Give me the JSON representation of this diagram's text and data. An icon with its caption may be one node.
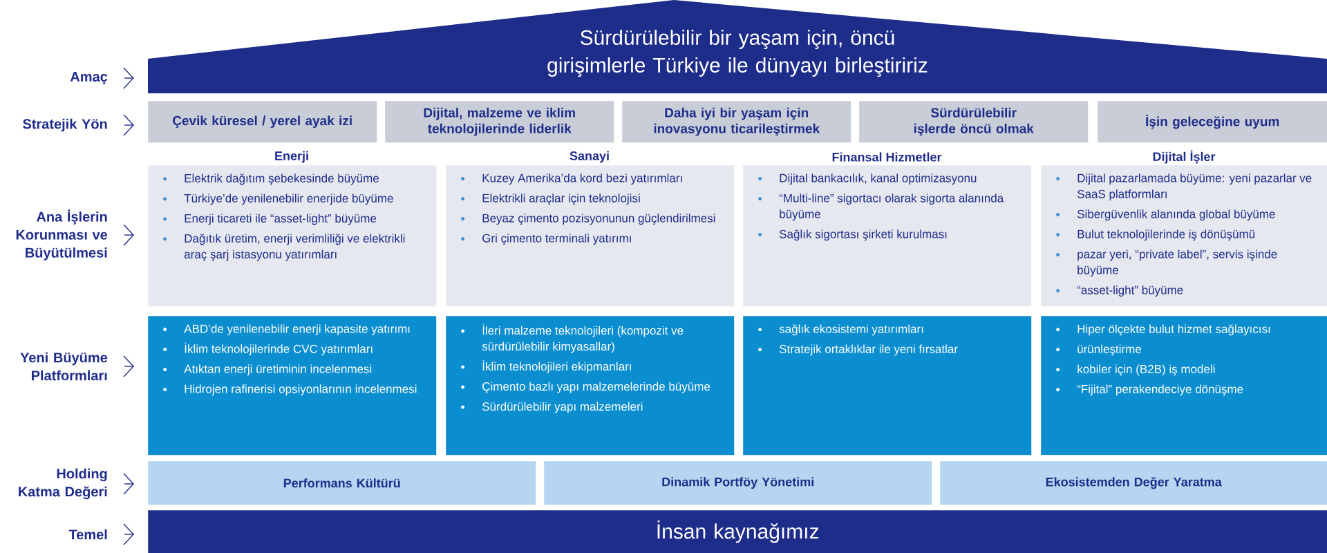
{
  "diagram": {
    "nodes": [
      {
        "text": [
          "Sürdürülebilir bir yaşam için, öncü girişimlerle Türkiye ile dünyayı birleştiririz"
        ]
      },
      {
        "text": [
          "Çevik küresel / yerel ayak izi"
        ]
      },
      {
        "text": [
          "Dijital, malzeme ve iklim teknolojilerinde liderlik"
        ]
      },
      {
        "text": [
          "Daha iyi bir yaşam için inovasyonu ticarileştirmek"
        ]
      },
      {
        "text": [
          "Sürdürülebilir işlerde öncü olmak"
        ]
      },
      {
        "text": [
          "İşin geleceğine uyum"
        ]
      },
      {
        "text": [
          "Enerji",
          "Elektrik dağıtım şebekesinde büyüme",
          "Türkiye’de yenilenebilir enerjide büyüme",
          "Enerji ticareti ile “asset-light” büyüme",
          "Dağıtık üretim, enerji verimliliği ve elektrikli araç şarj istasyonu yatırımları"
        ]
      },
      {
        "text": [
          "Sanayi",
          "Kuzey Amerika’da kord bezi yatırımları",
          "Elektrikli araçlar için teknolojisi",
          "Beyaz çimento pozisyonunun güçlendirilmesi",
          "Gri çimento terminali yatırımı"
        ]
      },
      {
        "text": [
          "Finansal Hizmetler",
          "Dijital bankacılık, kanal optimizasyonu",
          "“Multi-line” sigortacı olarak sigorta alanında büyüme",
          "Sağlık sigortası şirketi kurulması"
        ]
      },
      {
        "text": [
          "Dijital İşler",
          "Dijital pazarlamada büyüme: yeni pazarlar ve SaaS platformları",
          "Sibergüvenlik alanında global büyüme",
          "Bulut teknolojilerinde iş dönüşümü",
          "pazar yeri, “private label”, servis işinde büyüme",
          "“asset-light” büyüme"
        ]
      },
      {
        "text": [
          "ABD’de yenilenebilir enerji kapasite yatırımı",
          "İklim teknolojilerinde CVC yatırımları",
          "Atıktan enerji üretiminin incelenmesi",
          "Hidrojen rafinerisi opsiyonlarının incelenmesi"
        ]
      },
      {
        "text": [
          "İleri malzeme teknolojileri (kompozit ve sürdürülebilir kimyasallar)",
          "İklim teknolojileri ekipmanları",
          "Çimento bazlı yapı malzemelerinde büyüme",
          "Sürdürülebilir yapı malzemeleri"
        ]
      },
      {
        "text": [
          "sağlık ekosistemi yatırımları",
          "Stratejik ortaklıklar ile yeni fırsatlar"
        ]
      },
      {
        "text": [
          "Hiper ölçekte bulut hizmet sağlayıcısı",
          "ürünleştirme",
          "kobiler için (B2B) iş modeli",
          "“Fijital” perakendeciye dönüşme"
        ]
      },
      {
        "text": [
          "Performans Kültürü"
        ]
      },
      {
        "text": [
          "Dinamik Portföy Yönetimi"
        ]
      },
      {
        "text": [
          "Ekosistemden Değer Yaratma"
        ]
      },
      {
        "text": [
          "İnsan kaynağımız"
        ]
      },
      {
        "text": [
          "Amaç"
        ]
      },
      {
        "text": [
          "Stratejik Yön"
        ]
      },
      {
        "text": [
          "Ana İşlerin Korunması ve Büyütülmesi"
        ]
      },
      {
        "text": [
          "Yeni Büyüme Platformları"
        ]
      },
      {
        "text": [
          "Holding Katma Değeri"
        ]
      },
      {
        "text": [
          "Temel"
        ]
      }
    ],
    "edges": [
      {
        "from": 18,
        "to": 0,
        "arrow": "to"
      },
      {
        "from": 19,
        "to": 1,
        "arrow": "to"
      },
      {
        "from": 20,
        "to": 6,
        "arrow": "to"
      },
      {
        "from": 21,
        "to": 10,
        "arrow": "to"
      },
      {
        "from": 22,
        "to": 14,
        "arrow": "to"
      },
      {
        "from": 23,
        "to": 17,
        "arrow": "to"
      }
    ]
  }
}
